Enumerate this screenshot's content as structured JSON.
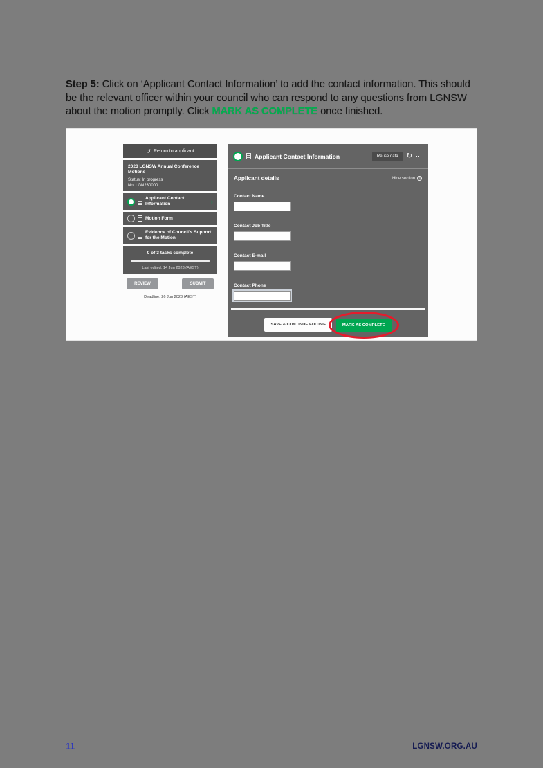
{
  "doc": {
    "step_label": "Step 5:",
    "body_text": " Click on ‘Applicant Contact Information’ to add the contact information. This should be the relevant officer within your council who can respond to any questions from LGNSW about the motion promptly. Click ",
    "highlight_text": "MARK AS COMPLETE",
    "tail_text": " once finished.",
    "page_number": "11",
    "footer_site": "LGNSW.ORG.AU"
  },
  "colors": {
    "highlight_green": "#00b14f",
    "button_green": "#00a651",
    "annotation_red": "#e51b2c"
  },
  "icons": {
    "back": "↺",
    "check": "✓",
    "chevron": "›",
    "refresh": "↻",
    "overflow": "⋯",
    "info": "?"
  },
  "sidebar": {
    "back_label": "Return to applicant",
    "project_title": "2023 LGNSW Annual Conference Motions",
    "project_status": "Status: In progress",
    "project_number": "No. LGN230000",
    "items": [
      {
        "label": "Applicant Contact Information",
        "state": "active"
      },
      {
        "label": "Motion Form",
        "state": "incomplete"
      },
      {
        "label": "Evidence of Council's Support for the Motion",
        "state": "incomplete"
      }
    ],
    "tasks_complete": "0 of 3 tasks complete",
    "last_edited": "Last edited: 14 Jun 2023 (AEST)",
    "review_label": "REVIEW",
    "submit_label": "SUBMIT",
    "deadline": "Deadline: 26 Jun 2023 (AEST)"
  },
  "form": {
    "title": "Applicant Contact Information",
    "reuse_label": "Reuse data",
    "section_title": "Applicant details",
    "hide_section_label": "Hide section",
    "fields": [
      {
        "label": "Contact Name",
        "value": ""
      },
      {
        "label": "Contact Job Title",
        "value": ""
      },
      {
        "label": "Contact E-mail",
        "value": ""
      },
      {
        "label": "Contact Phone",
        "value": ""
      }
    ],
    "save_label": "SAVE & CONTINUE EDITING",
    "complete_label": "MARK AS COMPLETE"
  }
}
